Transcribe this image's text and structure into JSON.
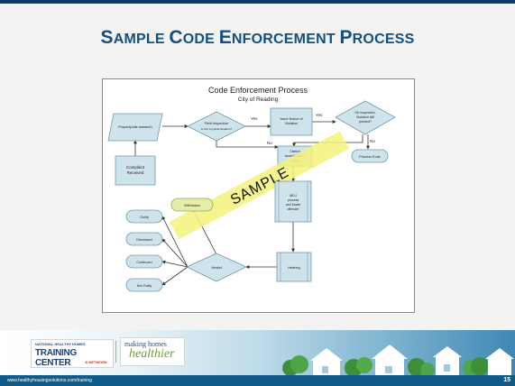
{
  "slide": {
    "title_first_big": "S",
    "title_first_rest": "AMPLE ",
    "title_second_big": "C",
    "title_second_rest": "ODE ",
    "title_third_big": "E",
    "title_third_rest": "NFORCEMENT ",
    "title_fourth_big": "P",
    "title_fourth_rest": "ROCESS",
    "page_number": "15",
    "url": "www.healthyhousingsolutions.com/training"
  },
  "diagram": {
    "title": "Code Enforcement Process",
    "subtitle": "City of Reading",
    "watermark": "SAMPLE",
    "nodes": {
      "property_research": "Property/site research",
      "field_inspection_1": "Field Inspection",
      "field_inspection_2": "Is this a typical situation?",
      "issue_notice_1": "Issue Notice of",
      "issue_notice_2": "Violation",
      "reinspection_1": "On inspection:",
      "reinspection_2": "Violation still",
      "reinspection_3": "present?",
      "complaint_1": "Complaint",
      "complaint_2": "Received",
      "citation_1": "Citation",
      "citation_2": "issued/ Date to",
      "citation_3": "Court",
      "process_ends": "Process Ends",
      "withdrawn": "Withdrawn",
      "mdj_1": "MDJ",
      "mdj_2": "process",
      "mdj_3": "and locate",
      "mdj_4": "offender",
      "hearing": "Hearing",
      "verdict": "Verdict",
      "guilty": "Guilty",
      "dismissed": "Dismissed",
      "continued": "Continued",
      "not_guilty": "Not Guilty"
    },
    "labels": {
      "yes_1": "Yes",
      "yes_2": "Yes",
      "no_1": "No",
      "no_2": "No"
    }
  },
  "footer": {
    "logo1_top": "NATIONAL HEALTHY HOMES",
    "logo1_main": "TRAINING CENTER",
    "logo1_sub": "& NETWORK",
    "logo2_line1": "making homes",
    "logo2_line2": "healthier"
  },
  "colors": {
    "title": "#14507f",
    "node_fill": "#cfe3ec",
    "node_stroke": "#6f9aaa",
    "highlight": "#f5f27a",
    "footer_band": "#0f5a86"
  }
}
